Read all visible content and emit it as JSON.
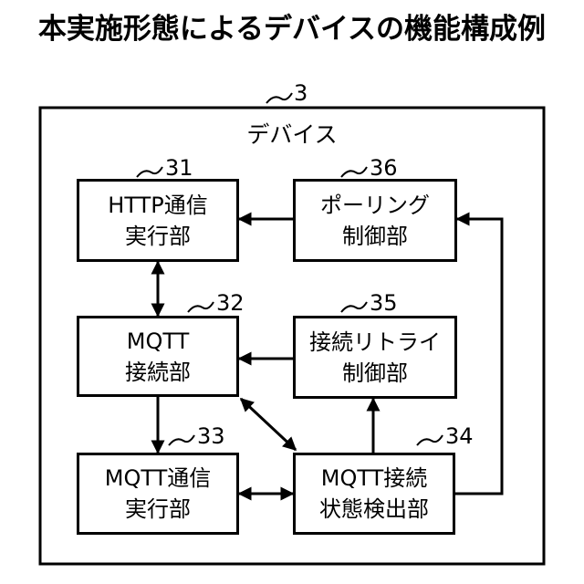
{
  "title": "本実施形態によるデバイスの機能構成例",
  "device": {
    "label": "デバイス",
    "ref": "3"
  },
  "blocks": {
    "http_exec": {
      "label": "HTTP通信\n実行部",
      "ref": "31"
    },
    "mqtt_conn": {
      "label": "MQTT\n接続部",
      "ref": "32"
    },
    "mqtt_exec": {
      "label": "MQTT通信\n実行部",
      "ref": "33"
    },
    "mqtt_state": {
      "label": "MQTT接続\n状態検出部",
      "ref": "34"
    },
    "retry_ctrl": {
      "label": "接続リトライ\n制御部",
      "ref": "35"
    },
    "polling_ctrl": {
      "label": "ポーリング\n制御部",
      "ref": "36"
    }
  }
}
